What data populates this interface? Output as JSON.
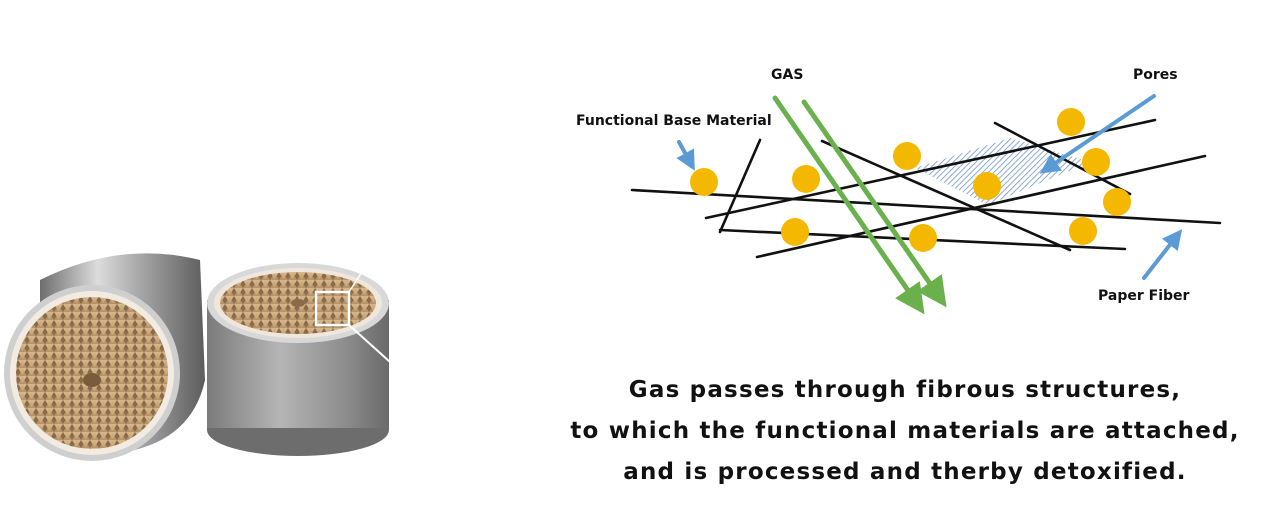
{
  "labels": {
    "gas": "GAS",
    "pores": "Pores",
    "functional_base_material": "Functional Base Material",
    "paper_fiber": "Paper Fiber"
  },
  "caption": {
    "line1": "Gas passes through fibrous structures,",
    "line2": "to which the functional materials are attached,",
    "line3": "and is processed and therby detoxified."
  },
  "colors": {
    "gas_arrow": "#6ab04c",
    "pointer_arrow": "#5b9bd5",
    "material_dot": "#f5b800",
    "fiber": "#111111",
    "pore_hatch": "#6f95c9",
    "honeycomb": "#c9a57a",
    "canister_metal": "#9c9c9c"
  },
  "icons": {
    "photo": "catalytic-canister-photo",
    "zoom_box": "zoom-square-icon"
  }
}
